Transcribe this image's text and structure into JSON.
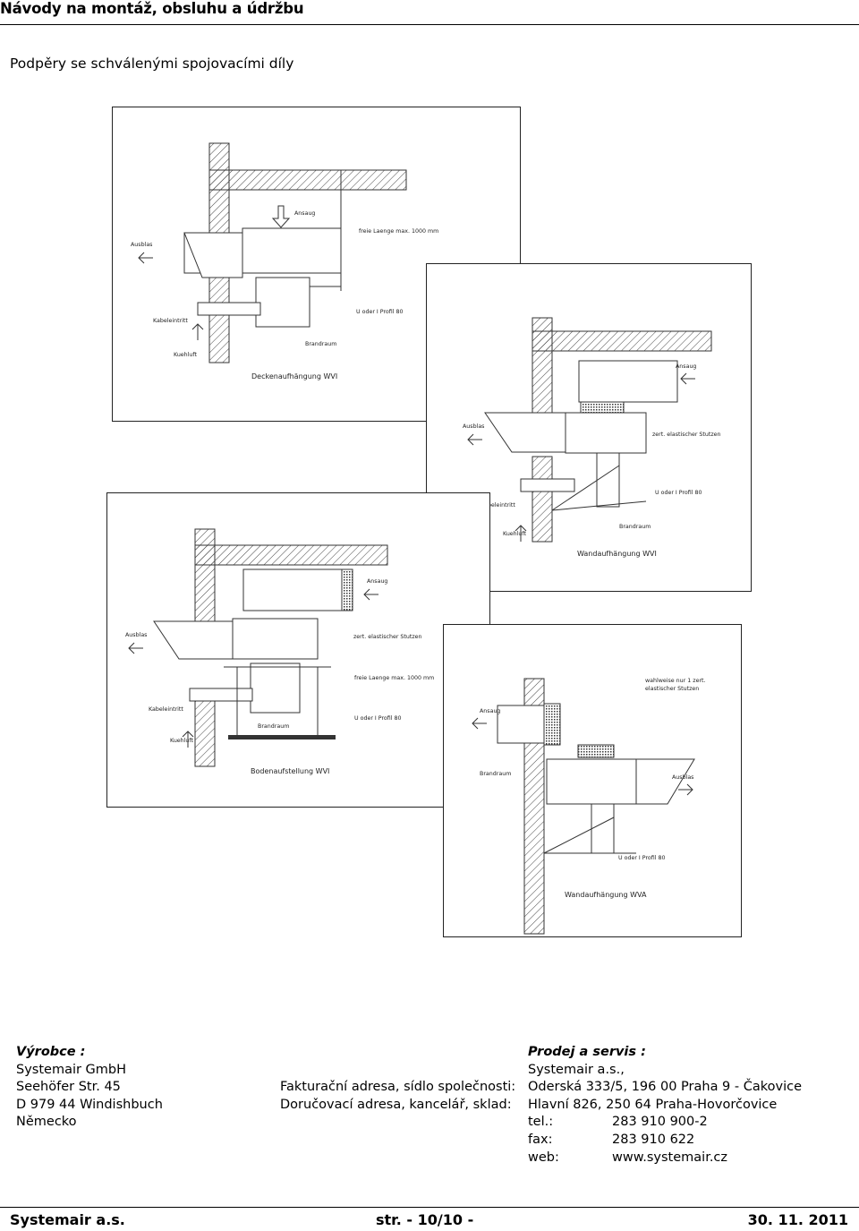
{
  "header": {
    "title": "Návody na montáž, obsluhu a údržbu",
    "subtitle": "Podpěry se schválenými spojovacími díly"
  },
  "drawings": [
    {
      "caption": "Deckenaufhängung WVI",
      "labels": {
        "ansaug": "Ansaug",
        "ausblas": "Ausblas",
        "freie": "freie Laenge max. 1000 mm",
        "kabel": "Kabeleintritt",
        "kuehl": "Kuehluft",
        "profil": "U oder I Profil 80",
        "brand": "Brandraum"
      }
    },
    {
      "caption": "Wandaufhängung WVI",
      "labels": {
        "ansaug": "Ansaug",
        "ausblas": "Ausblas",
        "stutzen": "zert. elastischer Stutzen",
        "kabel": "Kabeleintritt",
        "kuehl": "Kuehluft",
        "profil": "U oder I Profil 80",
        "brand": "Brandraum"
      }
    },
    {
      "caption": "Bodenaufstellung WVI",
      "labels": {
        "ansaug": "Ansaug",
        "ausblas": "Ausblas",
        "stutzen": "zert. elastischer Stutzen",
        "freie": "freie Laenge max. 1000 mm",
        "kabel": "Kabeleintritt",
        "kuehl": "Kuehluft",
        "profil": "U oder I Profil 80",
        "brand": "Brandraum"
      }
    },
    {
      "caption": "Wandaufhängung WVA",
      "labels": {
        "wahl1": "wahlweise nur 1 zert.",
        "wahl2": "elastischer Stutzen",
        "ansaug": "Ansaug",
        "brand": "Brandraum",
        "ausblas": "Ausblas",
        "profil": "U oder I Profil 80"
      }
    }
  ],
  "manufacturer": {
    "heading": "Výrobce :",
    "lines": [
      "Systemair GmbH",
      "Seehöfer Str. 45",
      "D 979 44 Windishbuch",
      "Německo"
    ]
  },
  "middle": {
    "invoice_label": "Fakturační adresa, sídlo společnosti:",
    "delivery_label": "Doručovací adresa, kancelář, sklad:"
  },
  "sales": {
    "heading": "Prodej a servis :",
    "company": "Systemair a.s.,",
    "address1": "Oderská 333/5, 196 00 Praha 9 - Čakovice",
    "address2": "Hlavní 826, 250 64 Praha-Hovorčovice",
    "contacts": [
      {
        "key": "tel.:",
        "value": "283 910 900-2"
      },
      {
        "key": "fax:",
        "value": "283 910 622"
      },
      {
        "key": "web:",
        "value": "www.systemair.cz"
      }
    ]
  },
  "footer": {
    "company": "Systemair a.s.",
    "page": "str. - 10/10 -",
    "date": "30. 11. 2011"
  }
}
